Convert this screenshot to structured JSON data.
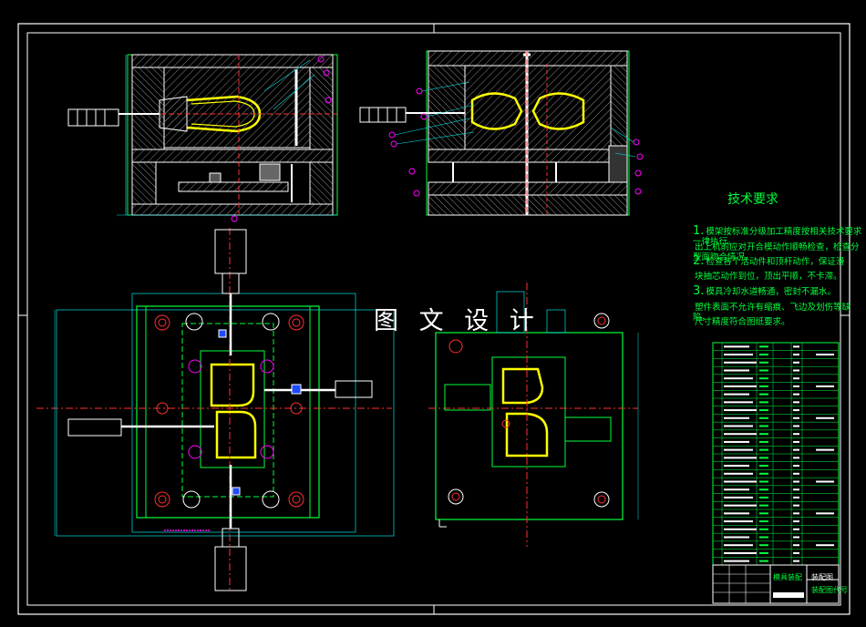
{
  "watermark": "图 文 设 计",
  "tech_req": {
    "title": "技术要求",
    "lines": [
      {
        "num": "1.",
        "text": "模架按标准分级加工精度按相关技术要求一律执行。"
      },
      {
        "num": "",
        "text": "出上机前应对开合模动作顺畅检查，检查分型面吻合情况。"
      },
      {
        "num": "2.",
        "text": "检查各个活动件和顶杆动作，保证滑"
      },
      {
        "num": "",
        "text": "块抽芯动作到位，顶出平顺，不卡滞。"
      },
      {
        "num": "3.",
        "text": "模具冷却水道畅通，密封不漏水。"
      },
      {
        "num": "",
        "text": "塑件表面不允许有缩痕、飞边及划伤等缺陷，"
      },
      {
        "num": "",
        "text": "尺寸精度符合图纸要求。"
      }
    ]
  },
  "title_block": {
    "part_name": "模具装配",
    "drawing_title": "装配图",
    "drawing_code": "装配图代号"
  },
  "colors": {
    "background": "#000000",
    "frame": "#ffffff",
    "outline": "#00ff3c",
    "section": "#ffffff",
    "part": "#ffff00",
    "hatch": "#8a8a8a",
    "dimension": "#00e5e5",
    "center": "#ff3030",
    "balloon": "#ff00ff",
    "cylinder": "#ffffff"
  }
}
